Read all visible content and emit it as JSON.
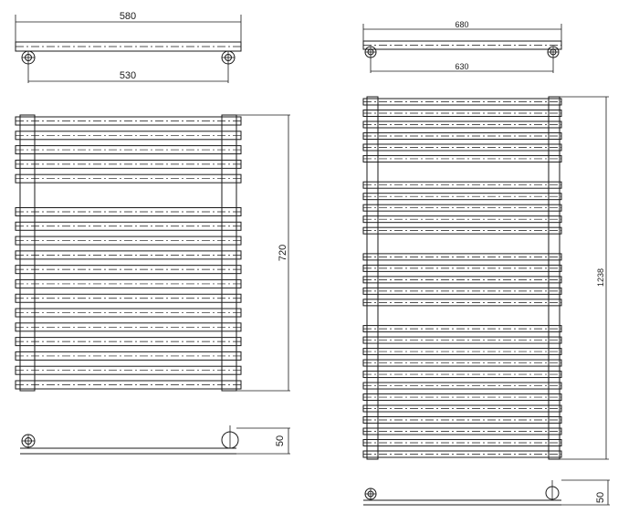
{
  "drawings": [
    {
      "name": "small-radiator",
      "dimensions": {
        "overall_width": "580",
        "pipe_centres": "530",
        "height": "720",
        "depth": "50"
      },
      "rail_groups": [
        5,
        13
      ]
    },
    {
      "name": "large-radiator",
      "dimensions": {
        "overall_width": "680",
        "pipe_centres": "630",
        "height": "1238",
        "depth": "50"
      },
      "rail_groups": [
        6,
        5,
        5,
        12
      ]
    }
  ]
}
